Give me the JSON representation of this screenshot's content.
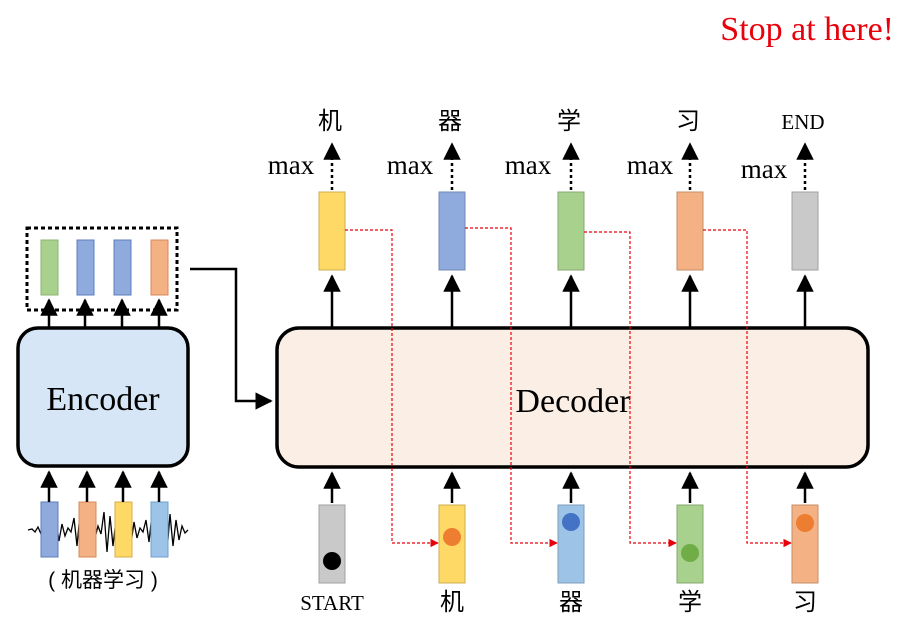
{
  "header": {
    "stop_text": "Stop at here!",
    "stop_color": "#e8000b"
  },
  "encoder": {
    "label": "Encoder",
    "fill": "#d6e6f6",
    "input_caption": "( 机器学习 )",
    "output_vector_colors": [
      "#a9d18e",
      "#8faadc",
      "#8faadc",
      "#f4b183"
    ],
    "input_vector_colors": [
      "#8faadc",
      "#f4b183",
      "#ffd966",
      "#9dc3e6"
    ]
  },
  "decoder": {
    "label": "Decoder",
    "fill": "#fbeee4",
    "outputs": [
      {
        "token": "机",
        "max_label": "max",
        "color": "#ffd966"
      },
      {
        "token": "器",
        "max_label": "max",
        "color": "#8faadc"
      },
      {
        "token": "学",
        "max_label": "max",
        "color": "#a9d18e"
      },
      {
        "token": "习",
        "max_label": "max",
        "color": "#f4b183"
      },
      {
        "token": "END",
        "max_label": "max",
        "color": "#c9c9c9"
      }
    ],
    "inputs": [
      {
        "token": "START",
        "color": "#c9c9c9",
        "dot_color": "#000000"
      },
      {
        "token": "机",
        "color": "#ffd966",
        "dot_color": "#ed7d31"
      },
      {
        "token": "器",
        "color": "#9dc3e6",
        "dot_color": "#4472c4"
      },
      {
        "token": "学",
        "color": "#a9d18e",
        "dot_color": "#70ad47"
      },
      {
        "token": "习",
        "color": "#f4b183",
        "dot_color": "#ed7d31"
      }
    ]
  },
  "style": {
    "feedback_arrow_color": "#e8000b"
  }
}
